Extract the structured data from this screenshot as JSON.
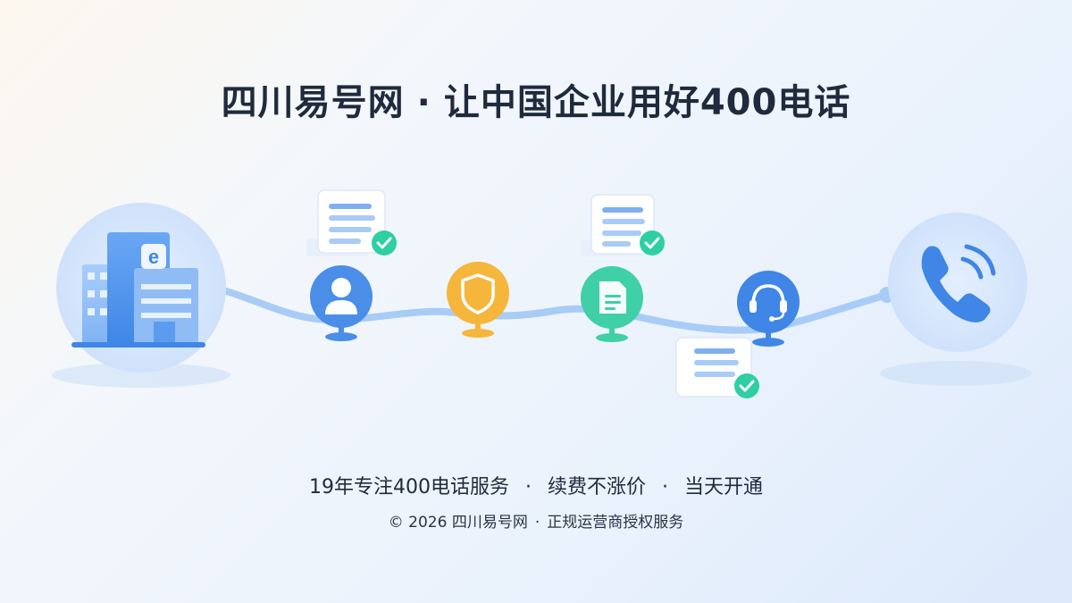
{
  "header": {
    "brand": "四川易号网",
    "separator": "·",
    "slogan": "让中国企业用好400电话"
  },
  "flow": {
    "start": {
      "icon": "office-building-icon"
    },
    "steps": [
      {
        "icon": "user-icon",
        "color": "#4a8ee8",
        "has_document": true,
        "document_position": "above"
      },
      {
        "icon": "shield-icon",
        "color": "#f5b63b",
        "has_document": false
      },
      {
        "icon": "document-icon",
        "color": "#3fd0a8",
        "has_document": true,
        "document_position": "above"
      },
      {
        "icon": "headset-icon",
        "color": "#3f86e6",
        "has_document": true,
        "document_position": "below"
      }
    ],
    "end": {
      "icon": "phone-icon"
    },
    "colors": {
      "primary": "#3f86e6",
      "line": "#a8ccf6",
      "check": "#2ecfa2"
    }
  },
  "tagline": {
    "items": [
      "19年专注400电话服务",
      "续费不涨价",
      "当天开通"
    ],
    "separator": "·"
  },
  "footer": {
    "copyright": "© 2026 四川易号网",
    "separator": "·",
    "note": "正规运营商授权服务"
  }
}
